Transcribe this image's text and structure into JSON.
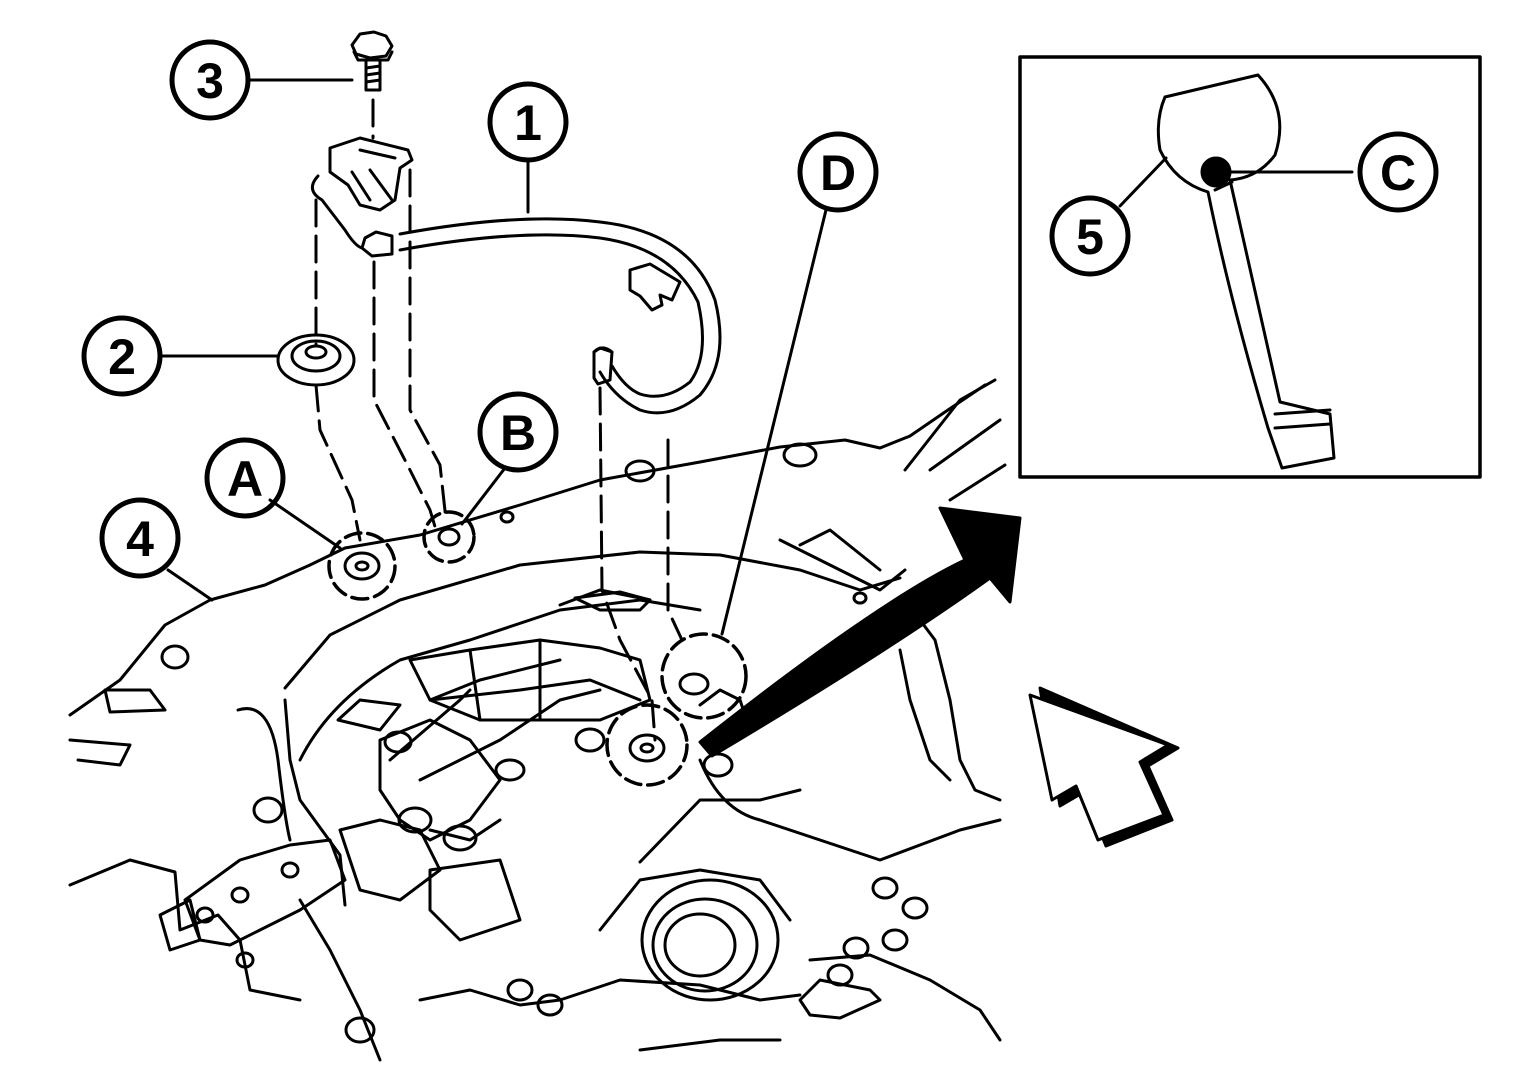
{
  "callouts": {
    "part_1": "1",
    "part_2": "2",
    "part_3": "3",
    "part_4": "4",
    "part_5": "5",
    "point_a": "A",
    "point_b": "B",
    "point_c": "C",
    "point_d": "D"
  },
  "colors": {
    "line": "#000000",
    "background": "#ffffff"
  },
  "icons": {
    "front_direction": "front-arrow-icon",
    "view_direction": "view-arrow-icon"
  }
}
